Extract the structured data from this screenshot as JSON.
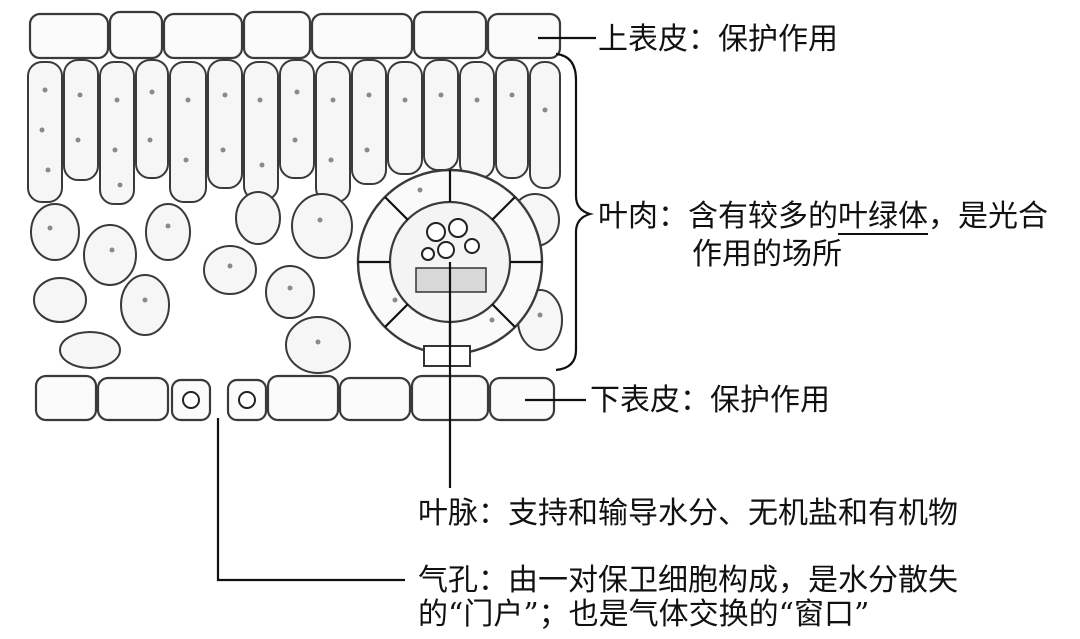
{
  "labels": {
    "upper_epidermis": "上表皮：保护作用",
    "mesophyll_line1_prefix": "叶肉：含有较多的",
    "mesophyll_underlined": "叶绿体",
    "mesophyll_line1_suffix": "，是光合",
    "mesophyll_line2": "作用的场所",
    "lower_epidermis": "下表皮：保护作用",
    "vein": "叶脉：支持和输导水分、无机盐和有机物",
    "stoma_line1": "气孔：由一对保卫细胞构成，是水分散失",
    "stoma_line2": "的“门户”；也是气体交换的“窗口”"
  },
  "colors": {
    "line": "#111111",
    "cell_outline": "#3a3a3a",
    "chloroplast": "#8a8a8a"
  }
}
